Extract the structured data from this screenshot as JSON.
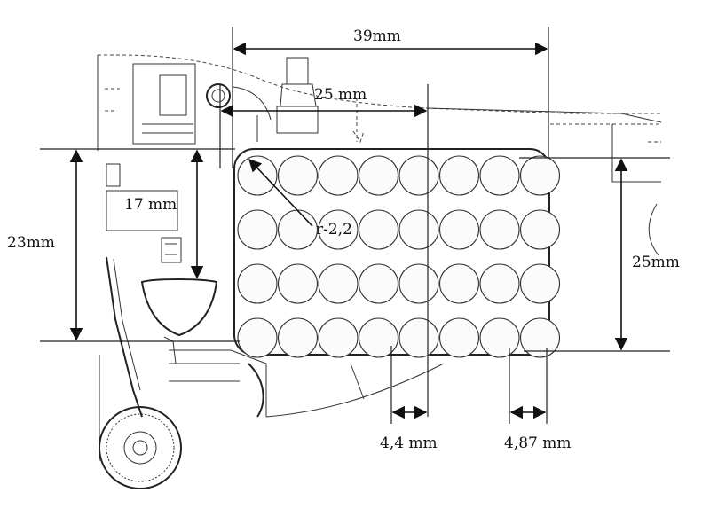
{
  "labels": {
    "width_total": "39mm",
    "width_inner": "25 mm",
    "height_left": "23mm",
    "height_inner": "17 mm",
    "radius": "r-2,2",
    "height_right": "25mm",
    "pitch": "4,4 mm",
    "edge": "4,87 mm"
  },
  "grid": {
    "columns": 8,
    "rows": 4
  },
  "colors": {
    "ink": "#111111",
    "background": "#ffffff"
  }
}
